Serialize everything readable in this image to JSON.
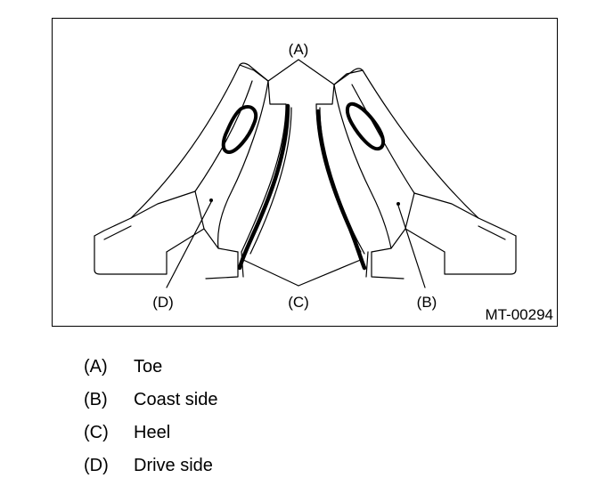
{
  "figure": {
    "id": "MT-00294",
    "callouts": {
      "toe": "(A)",
      "coast": "(B)",
      "heel": "(C)",
      "drive": "(D)"
    }
  },
  "legend": [
    {
      "key": "(A)",
      "text": "Toe"
    },
    {
      "key": "(B)",
      "text": "Coast side"
    },
    {
      "key": "(C)",
      "text": "Heel"
    },
    {
      "key": "(D)",
      "text": "Drive side"
    }
  ],
  "colors": {
    "ink": "#000000",
    "paper": "#ffffff"
  }
}
